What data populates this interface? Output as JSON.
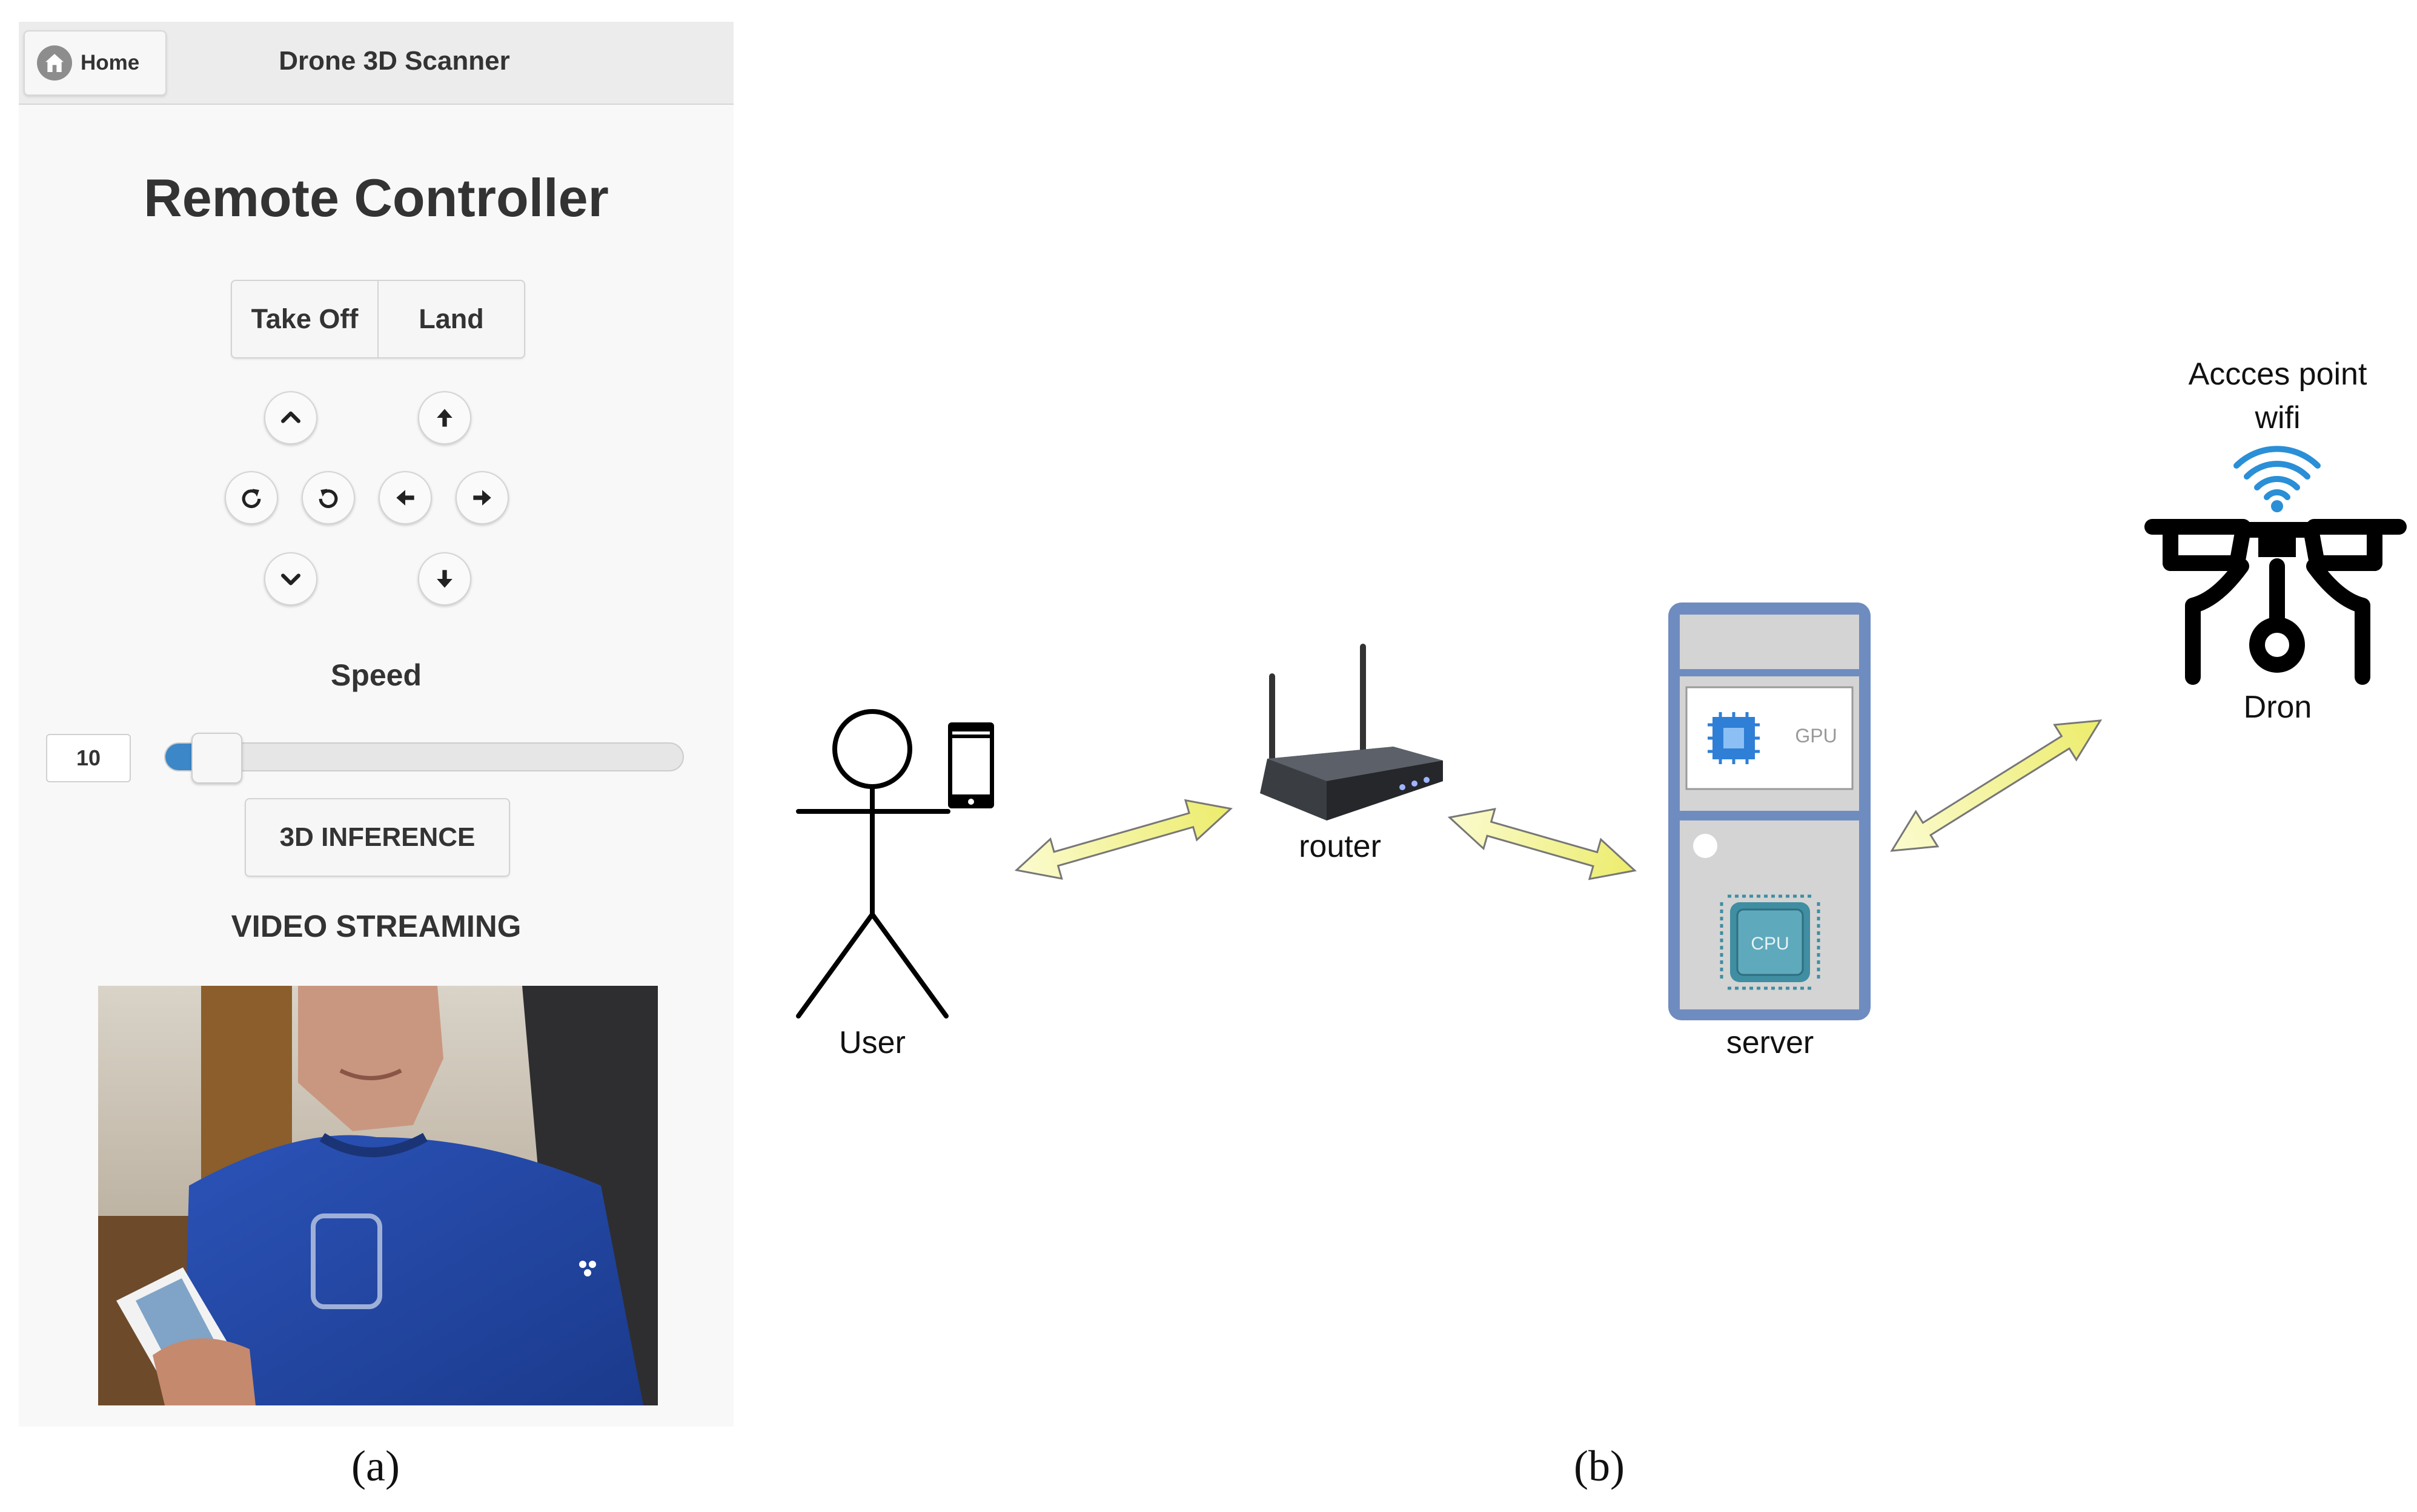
{
  "header": {
    "home_label": "Home",
    "app_title": "Drone 3D Scanner"
  },
  "page_heading": "Remote Controller",
  "flight_controls": {
    "take_off": "Take Off",
    "land": "Land"
  },
  "direction_buttons": [
    {
      "name": "pitch-up-button",
      "icon": "chevron-up-icon"
    },
    {
      "name": "ascend-button",
      "icon": "arrow-up-icon"
    },
    {
      "name": "rotate-clockwise-button",
      "icon": "rotate-cw-icon"
    },
    {
      "name": "rotate-counterclockwise-button",
      "icon": "rotate-ccw-icon"
    },
    {
      "name": "move-left-button",
      "icon": "arrow-left-icon"
    },
    {
      "name": "move-right-button",
      "icon": "arrow-right-icon"
    },
    {
      "name": "pitch-down-button",
      "icon": "chevron-down-icon"
    },
    {
      "name": "descend-button",
      "icon": "arrow-down-icon"
    }
  ],
  "speed": {
    "label": "Speed",
    "value": "10",
    "slider_fraction": 0.1
  },
  "inference_button": "3D INFERENCE",
  "video_heading": "VIDEO STREAMING",
  "captions": {
    "a": "(a)",
    "b": "(b)"
  },
  "diagram": {
    "user": "User",
    "router": "router",
    "server": "server",
    "gpu": "GPU",
    "cpu": "CPU",
    "access_point_line1": "Accces point",
    "access_point_line2": "wifi",
    "drone": "Dron"
  },
  "colors": {
    "accent": "#3c87c8",
    "arrow_fill": "#f3f3a0",
    "server_frame": "#6f8cc0",
    "wifi": "#2a8fd6"
  }
}
